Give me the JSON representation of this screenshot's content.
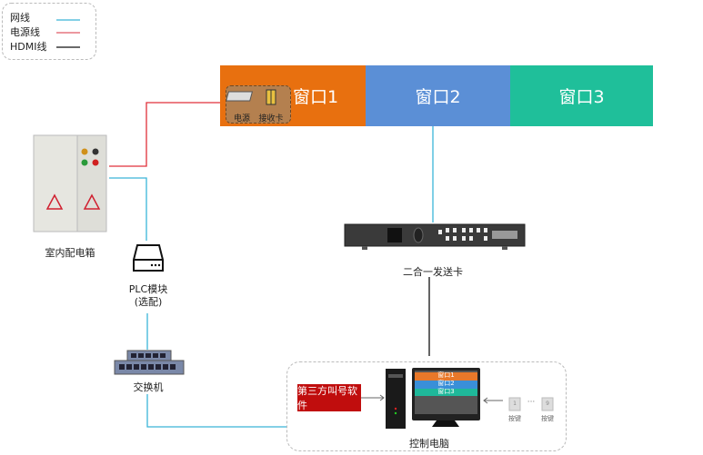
{
  "legend": {
    "items": [
      {
        "label": "网线",
        "color": "#3ab5d8"
      },
      {
        "label": "电源线",
        "color": "#e05a66"
      },
      {
        "label": "HDMI线",
        "color": "#111111"
      }
    ]
  },
  "windows": [
    {
      "label": "窗口1",
      "color": "#e8700f"
    },
    {
      "label": "窗口2",
      "color": "#5b8fd6"
    },
    {
      "label": "窗口3",
      "color": "#1fbf9a"
    }
  ],
  "window1_devices": {
    "power": "电源",
    "receiver": "接收卡"
  },
  "cabinet": {
    "label": "室内配电箱"
  },
  "plc": {
    "label": "PLC模块",
    "note": "(选配)"
  },
  "switch": {
    "label": "交换机"
  },
  "sender": {
    "label": "二合一发送卡"
  },
  "control_pc": {
    "label": "控制电脑",
    "software": "第三方叫号软件",
    "screen_windows": [
      "窗口1",
      "窗口2",
      "窗口3"
    ],
    "keys": [
      {
        "label": "按键",
        "num": "1"
      },
      {
        "label": "按键",
        "num": "9"
      }
    ],
    "ellipsis": "···"
  }
}
